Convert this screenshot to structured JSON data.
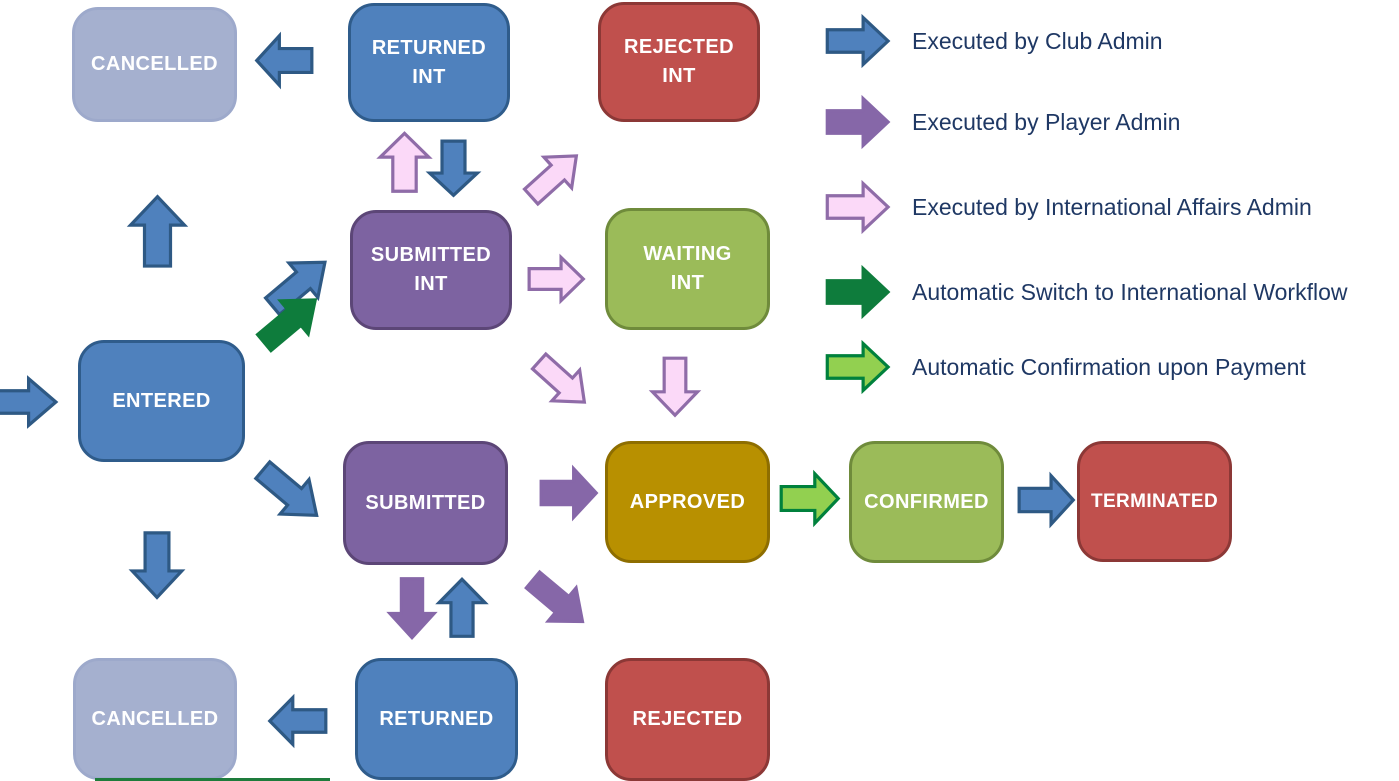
{
  "nodes": {
    "cancelled_top": {
      "label": "CANCELLED",
      "color": "#A5B0CF"
    },
    "returned_int": {
      "label": "RETURNED INT",
      "color": "#4F81BD"
    },
    "rejected_int": {
      "label": "REJECTED INT",
      "color": "#C0504D"
    },
    "submitted_int": {
      "label": "SUBMITTED INT",
      "color": "#7D63A1"
    },
    "waiting_int": {
      "label": "WAITING INT",
      "color": "#9BBB59"
    },
    "entered": {
      "label": "ENTERED",
      "color": "#4F81BD"
    },
    "submitted": {
      "label": "SUBMITTED",
      "color": "#7D63A1"
    },
    "approved": {
      "label": "APPROVED",
      "color": "#B89000"
    },
    "confirmed": {
      "label": "CONFIRMED",
      "color": "#9BBB59"
    },
    "terminated": {
      "label": "TERMINATED",
      "color": "#C0504D"
    },
    "cancelled_bottom": {
      "label": "CANCELLED",
      "color": "#A5B0CF"
    },
    "returned": {
      "label": "RETURNED",
      "color": "#4F81BD"
    },
    "rejected": {
      "label": "REJECTED",
      "color": "#C0504D"
    }
  },
  "legend": {
    "items": [
      {
        "id": "club-admin",
        "label": "Executed by Club Admin",
        "arrow_fill": "#4F81BD",
        "arrow_border": "#2E5984"
      },
      {
        "id": "player-admin",
        "label": "Executed by Player Admin",
        "arrow_fill": "#8667A8",
        "arrow_border": "#8667A8"
      },
      {
        "id": "intl-affairs-admin",
        "label": "Executed by International Affairs Admin",
        "arrow_fill": "#FBD9F8",
        "arrow_border": "#8F6CA8"
      },
      {
        "id": "auto-switch",
        "label": "Automatic Switch to International Workflow",
        "arrow_fill": "#0E7C3C",
        "arrow_border": "#0E7C3C"
      },
      {
        "id": "auto-confirm",
        "label": "Automatic Confirmation upon Payment",
        "arrow_fill": "#92D050",
        "arrow_border": "#00813C"
      }
    ]
  },
  "edges": [
    {
      "from": "start",
      "to": "entered",
      "actor": "club-admin"
    },
    {
      "from": "entered",
      "to": "cancelled_top",
      "actor": "club-admin"
    },
    {
      "from": "entered",
      "to": "submitted_int",
      "actor": "club-admin"
    },
    {
      "from": "entered",
      "to": "submitted_int",
      "actor": "auto-switch"
    },
    {
      "from": "entered",
      "to": "submitted",
      "actor": "club-admin"
    },
    {
      "from": "entered",
      "to": "cancelled_bottom",
      "actor": "club-admin"
    },
    {
      "from": "returned_int",
      "to": "cancelled_top",
      "actor": "club-admin"
    },
    {
      "from": "submitted_int",
      "to": "returned_int",
      "actor": "intl-affairs-admin"
    },
    {
      "from": "returned_int",
      "to": "submitted_int",
      "actor": "club-admin"
    },
    {
      "from": "submitted_int",
      "to": "rejected_int",
      "actor": "intl-affairs-admin"
    },
    {
      "from": "submitted_int",
      "to": "waiting_int",
      "actor": "intl-affairs-admin"
    },
    {
      "from": "submitted_int",
      "to": "approved",
      "actor": "intl-affairs-admin"
    },
    {
      "from": "waiting_int",
      "to": "approved",
      "actor": "intl-affairs-admin"
    },
    {
      "from": "submitted",
      "to": "approved",
      "actor": "player-admin"
    },
    {
      "from": "approved",
      "to": "confirmed",
      "actor": "auto-confirm"
    },
    {
      "from": "confirmed",
      "to": "terminated",
      "actor": "club-admin"
    },
    {
      "from": "submitted",
      "to": "returned",
      "actor": "player-admin"
    },
    {
      "from": "returned",
      "to": "submitted",
      "actor": "club-admin"
    },
    {
      "from": "submitted",
      "to": "rejected",
      "actor": "player-admin"
    },
    {
      "from": "returned",
      "to": "cancelled_bottom",
      "actor": "club-admin"
    }
  ],
  "colors": {
    "blue_fill": "#4F81BD",
    "blue_border": "#2E5984",
    "muted_fill": "#A5B0CF",
    "purple_fill": "#7D63A1",
    "purple_border": "#5C4677",
    "green_fill": "#9BBB59",
    "green_border": "#6F8B3B",
    "gold_fill": "#B89000",
    "gold_border": "#8E6E00",
    "red_fill": "#C0504D",
    "red_border": "#8C3836",
    "pink_arrow_fill": "#FBD9F8",
    "pink_arrow_border": "#8F6CA8",
    "purple_arrow": "#8667A8",
    "dark_green_arrow": "#0E7C3C",
    "light_green_arrow_fill": "#92D050",
    "light_green_arrow_border": "#00813C",
    "legend_text": "#1F3864",
    "node_text": "#FFFFFF"
  }
}
